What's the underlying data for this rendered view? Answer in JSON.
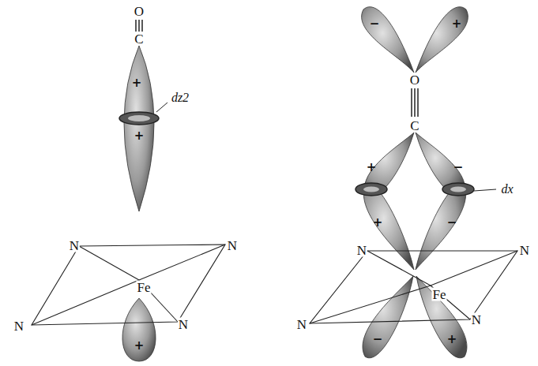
{
  "diagram": {
    "labels": [
      "O",
      "C",
      "+",
      "dz2",
      "+",
      "N",
      "N",
      "Fe",
      "N",
      "N",
      "+",
      "−",
      "+",
      "O",
      "C",
      "+",
      "−",
      "dx",
      "+",
      "−",
      "N",
      "N",
      "Fe",
      "N",
      "N",
      "−",
      "+"
    ]
  }
}
